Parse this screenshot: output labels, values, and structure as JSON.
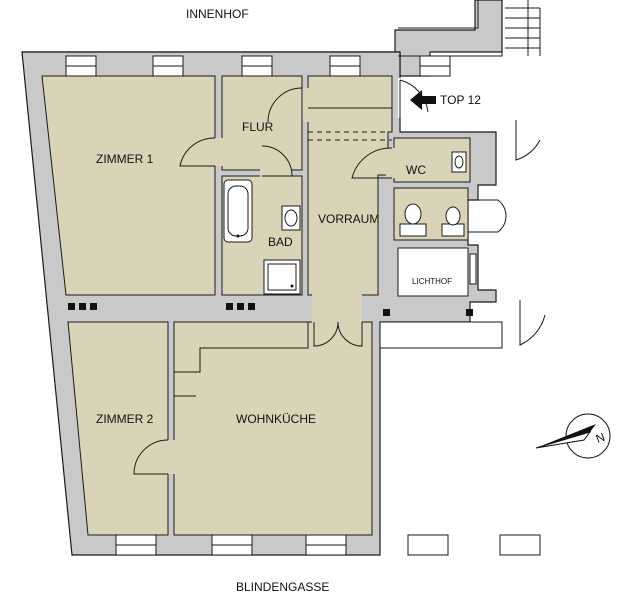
{
  "colors": {
    "wall": "#c9c9c9",
    "room": "#d9d4b7",
    "outline": "#1a1a1a",
    "background": "#ffffff"
  },
  "labels": {
    "courtyard": "INNENHOF",
    "street": "BLINDENGASSE",
    "unit": "TOP 12",
    "room_1": "ZIMMER 1",
    "room_2": "ZIMMER 2",
    "hallway": "FLUR",
    "anteroom": "VORRAUM",
    "wc": "WC",
    "bath": "BAD",
    "kitchen_living": "WOHNKÜCHE",
    "light_shaft": "LICHTHOF"
  },
  "icons": {
    "entrance": "entrance-arrow-icon",
    "north": "north-arrow-icon"
  }
}
